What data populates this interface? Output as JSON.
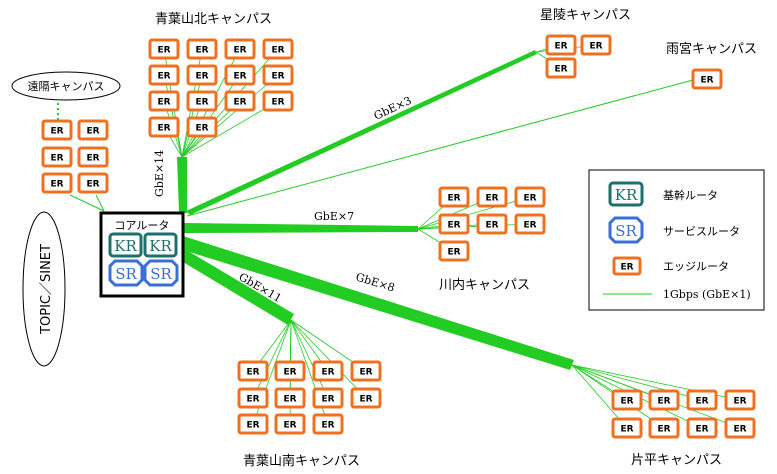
{
  "campuses": {
    "aobayama_north": "青葉山北キャンパス",
    "seiryo": "星陵キャンパス",
    "amamiya": "雨宮キャンパス",
    "kawauchi": "川内キャンパス",
    "katahira": "片平キャンパス",
    "aobayama_south": "青葉山南キャンパス",
    "remote": "遠隔キャンパス"
  },
  "core": {
    "title": "コアルータ",
    "kr_label": "KR",
    "sr_label": "SR"
  },
  "external": {
    "label": "TOPIC／SINET"
  },
  "trunks": {
    "north": "GbE×14",
    "seiryo": "GbE×3",
    "kawauchi": "GbE×7",
    "south": "GbE×11",
    "katahira": "GbE×8"
  },
  "er_label": "ER",
  "legend": {
    "kr_symbol": "KR",
    "kr_label": "基幹ルータ",
    "sr_symbol": "SR",
    "sr_label": "サービスルータ",
    "er_symbol": "ER",
    "er_label": "エッジルータ",
    "line_label": "1Gbps (GbE×1)"
  },
  "colors": {
    "link": "#22cc22",
    "er_border": "#f07020",
    "kr_border": "#1f6f6a",
    "sr_border": "#3a6fd8"
  }
}
